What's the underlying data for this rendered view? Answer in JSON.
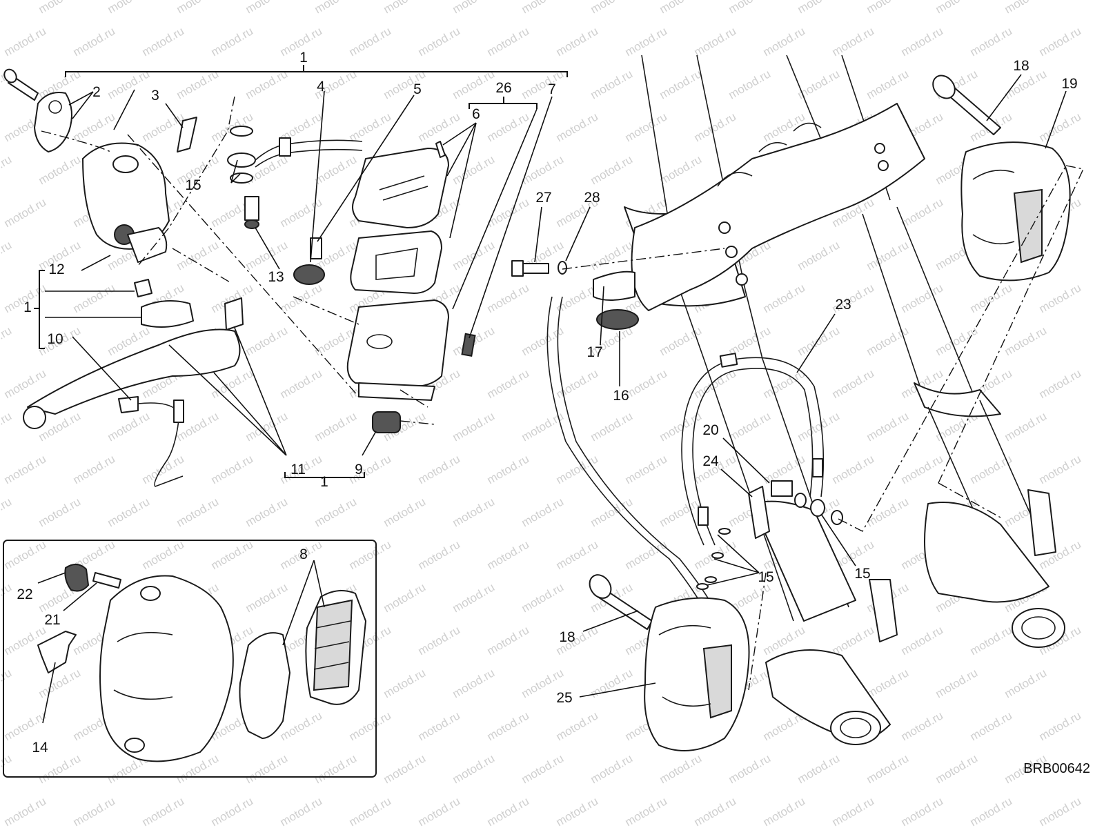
{
  "drawing_code": "BRB00642",
  "watermark_text": "motod.ru",
  "callouts": [
    "1",
    "1",
    "1",
    "1",
    "2",
    "3",
    "4",
    "5",
    "6",
    "26",
    "7",
    "8",
    "9",
    "10",
    "11",
    "12",
    "13",
    "14",
    "15",
    "15",
    "15",
    "15",
    "16",
    "17",
    "18",
    "18",
    "19",
    "20",
    "21",
    "22",
    "23",
    "24",
    "25",
    "27",
    "28"
  ]
}
